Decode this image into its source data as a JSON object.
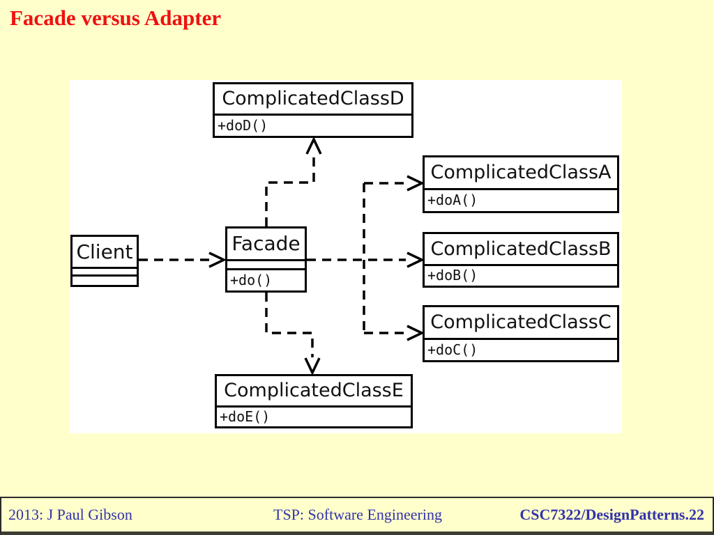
{
  "page": {
    "background_color": "#FFFFCC",
    "panel_color": "#FFFFFF"
  },
  "header": {
    "title": "Facade versus Adapter",
    "title_color": "#EE1111"
  },
  "uml": {
    "client": {
      "name": "Client"
    },
    "facade": {
      "name": "Facade",
      "method": "+do()"
    },
    "classD": {
      "name": "ComplicatedClassD",
      "method": "+doD()"
    },
    "classA": {
      "name": "ComplicatedClassA",
      "method": "+doA()"
    },
    "classB": {
      "name": "ComplicatedClassB",
      "method": "+doB()"
    },
    "classC": {
      "name": "ComplicatedClassC",
      "method": "+doC()"
    },
    "classE": {
      "name": "ComplicatedClassE",
      "method": "+doE()"
    }
  },
  "relations": [
    {
      "from": "Client",
      "to": "Facade",
      "type": "dashed-dependency"
    },
    {
      "from": "Facade",
      "to": "ComplicatedClassD",
      "type": "dashed-dependency"
    },
    {
      "from": "Facade",
      "to": "ComplicatedClassA",
      "type": "dashed-dependency"
    },
    {
      "from": "Facade",
      "to": "ComplicatedClassB",
      "type": "dashed-dependency"
    },
    {
      "from": "Facade",
      "to": "ComplicatedClassC",
      "type": "dashed-dependency"
    },
    {
      "from": "Facade",
      "to": "ComplicatedClassE",
      "type": "dashed-dependency"
    }
  ],
  "footer": {
    "left": "2013: J Paul Gibson",
    "center": "TSP: Software Engineering",
    "right": "CSC7322/DesignPatterns.22",
    "text_color": "#3232AA"
  }
}
